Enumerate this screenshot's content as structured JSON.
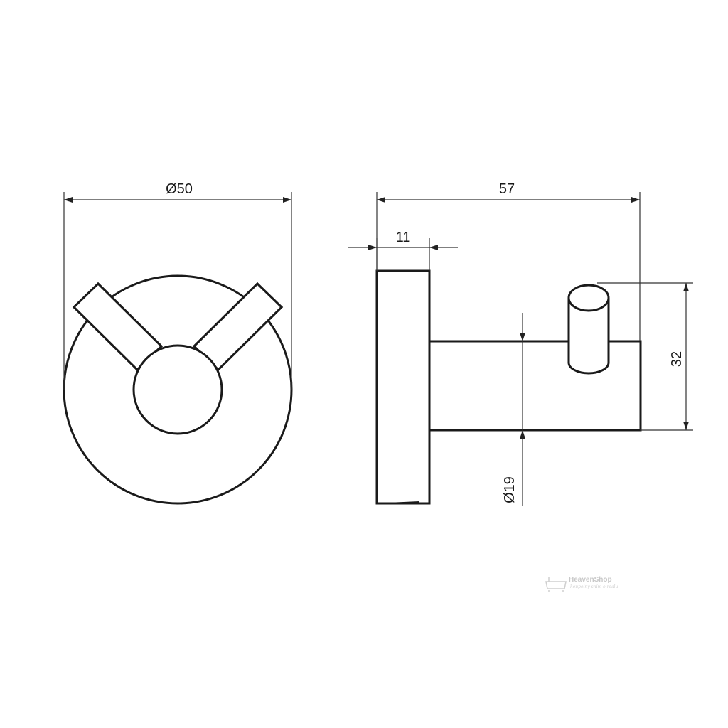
{
  "dimensions": {
    "front_diameter": "Ø50",
    "overall_depth": "57",
    "base_thickness": "11",
    "hook_height": "32",
    "stem_diameter": "Ø19"
  },
  "watermark": {
    "brand": "HeavenShop",
    "tagline": "koupelny sním o realu"
  },
  "colors": {
    "line": "#1a1a1a",
    "dim_line": "#333333",
    "watermark": "#c8c8c8"
  }
}
